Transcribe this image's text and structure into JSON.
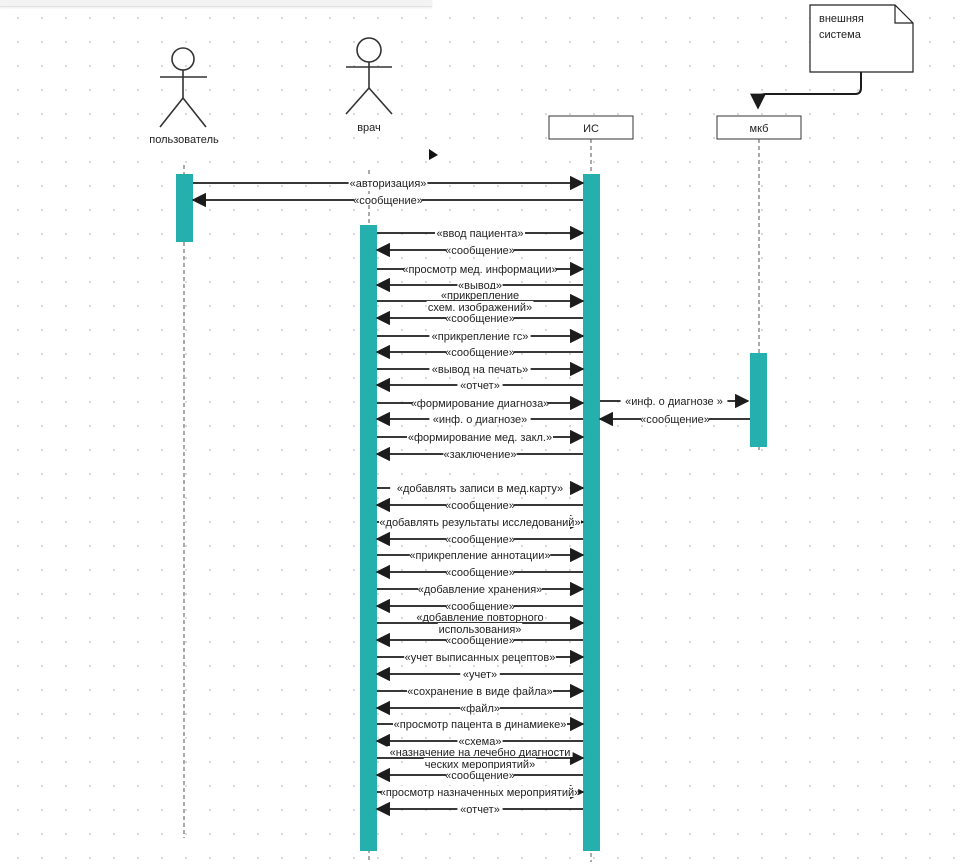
{
  "diagram": {
    "actors": [
      {
        "id": "user",
        "label": "пользователь"
      },
      {
        "id": "doctor",
        "label": "врач"
      }
    ],
    "objects": [
      {
        "id": "is",
        "label": "ИС"
      },
      {
        "id": "mkb",
        "label": "мкб"
      }
    ],
    "note": {
      "lines": [
        "внешняя",
        "система"
      ]
    },
    "messages": [
      {
        "from": "user",
        "to": "is",
        "lines": [
          "«авторизация»"
        ]
      },
      {
        "from": "is",
        "to": "user",
        "lines": [
          "«сообщение»"
        ]
      },
      {
        "from": "doctor",
        "to": "is",
        "lines": [
          "«ввод пациента»"
        ]
      },
      {
        "from": "is",
        "to": "doctor",
        "lines": [
          "«сообщение»"
        ]
      },
      {
        "from": "doctor",
        "to": "is",
        "lines": [
          "«просмотр мед. информации»"
        ]
      },
      {
        "from": "is",
        "to": "doctor",
        "lines": [
          "«вывод»"
        ]
      },
      {
        "from": "doctor",
        "to": "is",
        "lines": [
          "«прикрепление",
          "схем. изображений»"
        ]
      },
      {
        "from": "is",
        "to": "doctor",
        "lines": [
          "«сообщение»"
        ]
      },
      {
        "from": "doctor",
        "to": "is",
        "lines": [
          "«прикрепление гс»"
        ]
      },
      {
        "from": "is",
        "to": "doctor",
        "lines": [
          "«сообщение»"
        ]
      },
      {
        "from": "doctor",
        "to": "is",
        "lines": [
          "«вывод на печать»"
        ]
      },
      {
        "from": "is",
        "to": "doctor",
        "lines": [
          "«отчет»"
        ]
      },
      {
        "from": "doctor",
        "to": "is",
        "lines": [
          "«формирование диагноза»"
        ]
      },
      {
        "from": "is",
        "to": "mkb",
        "lines": [
          "«инф. о диагнозе »"
        ]
      },
      {
        "from": "mkb",
        "to": "is",
        "lines": [
          "«сообщение»"
        ]
      },
      {
        "from": "is",
        "to": "doctor",
        "lines": [
          "«инф. о диагнозе»"
        ]
      },
      {
        "from": "doctor",
        "to": "is",
        "lines": [
          "«формирование мед. закл.»"
        ]
      },
      {
        "from": "is",
        "to": "doctor",
        "lines": [
          "«заключение»"
        ]
      },
      {
        "from": "doctor",
        "to": "is",
        "lines": [
          "«добавлять записи  в мед.карту»"
        ]
      },
      {
        "from": "is",
        "to": "doctor",
        "lines": [
          "«сообщение»"
        ]
      },
      {
        "from": "doctor",
        "to": "is",
        "lines": [
          "«добавлять результаты исследований»"
        ]
      },
      {
        "from": "is",
        "to": "doctor",
        "lines": [
          "«сообщение»"
        ]
      },
      {
        "from": "doctor",
        "to": "is",
        "lines": [
          "«прикрепление аннотации»"
        ]
      },
      {
        "from": "is",
        "to": "doctor",
        "lines": [
          "«сообщение»"
        ]
      },
      {
        "from": "doctor",
        "to": "is",
        "lines": [
          "«добавление хранения»"
        ]
      },
      {
        "from": "is",
        "to": "doctor",
        "lines": [
          "«сообщение»"
        ]
      },
      {
        "from": "doctor",
        "to": "is",
        "lines": [
          "«добавление повторного",
          "использования»"
        ]
      },
      {
        "from": "is",
        "to": "doctor",
        "lines": [
          "«сообщение»"
        ]
      },
      {
        "from": "doctor",
        "to": "is",
        "lines": [
          "«учет выписанных рецептов»"
        ]
      },
      {
        "from": "is",
        "to": "doctor",
        "lines": [
          "«учет»"
        ]
      },
      {
        "from": "doctor",
        "to": "is",
        "lines": [
          "«сохранение в виде файла»"
        ]
      },
      {
        "from": "is",
        "to": "doctor",
        "lines": [
          "«файл»"
        ]
      },
      {
        "from": "doctor",
        "to": "is",
        "lines": [
          "«просмотр пацента в динамиеке»"
        ]
      },
      {
        "from": "is",
        "to": "doctor",
        "lines": [
          "«схема»"
        ]
      },
      {
        "from": "doctor",
        "to": "is",
        "lines": [
          "«назначение на лечебно диагности",
          "ческих мероприятий»"
        ]
      },
      {
        "from": "is",
        "to": "doctor",
        "lines": [
          "«сообщение»"
        ]
      },
      {
        "from": "doctor",
        "to": "is",
        "lines": [
          "«просмотр назначенных мероприятий»"
        ]
      },
      {
        "from": "is",
        "to": "doctor",
        "lines": [
          "«отчет»"
        ]
      }
    ]
  },
  "colors": {
    "activation": "#26b0ad",
    "line": "#1c1c1c",
    "lifeline": "#555555",
    "text": "#222222",
    "background": "#ffffff"
  }
}
